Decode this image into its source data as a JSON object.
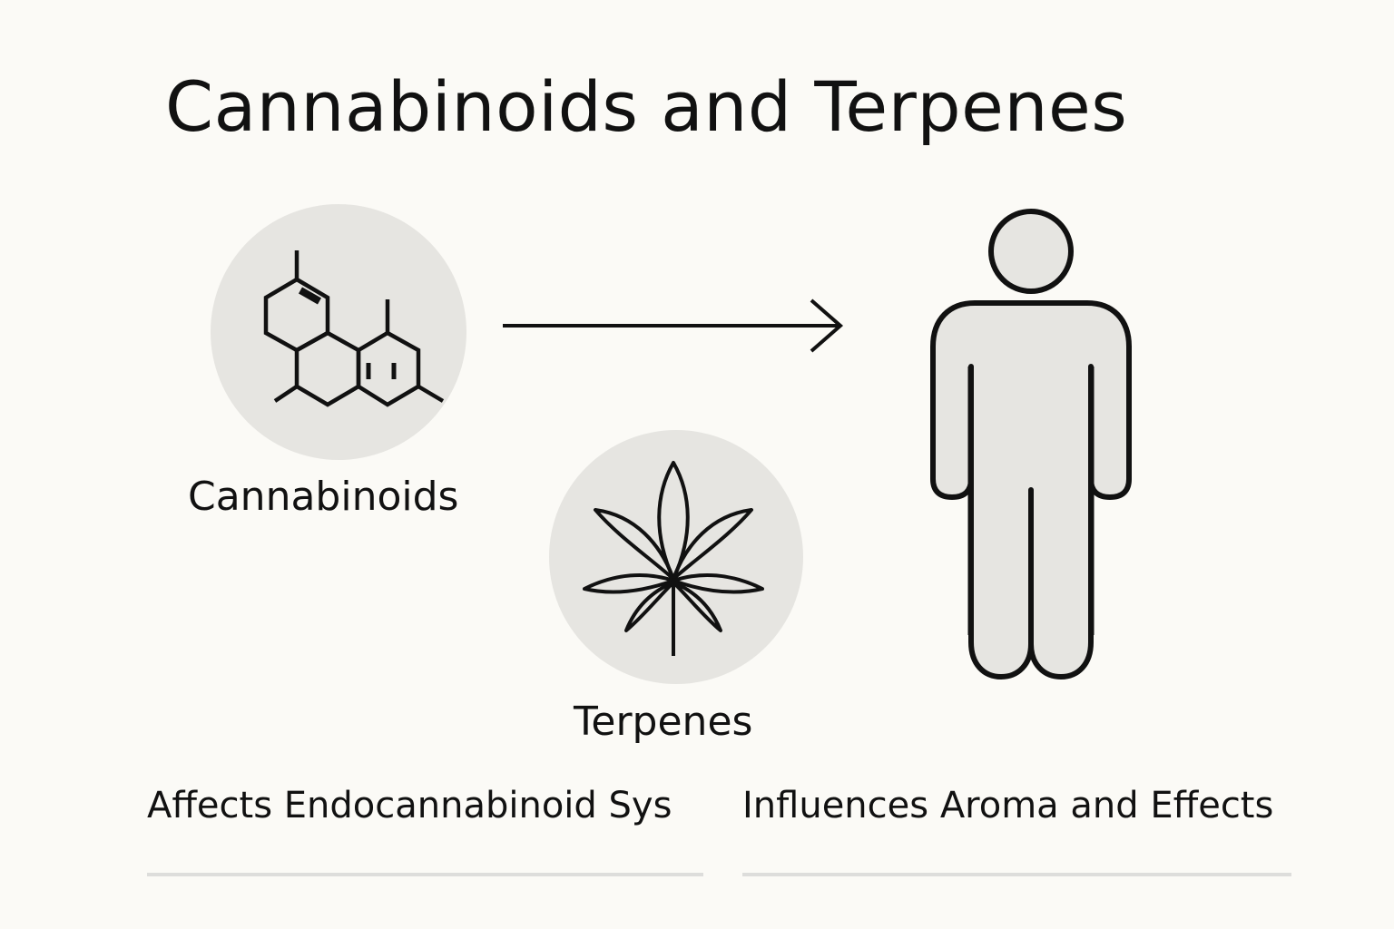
{
  "title": "Cannabinoids and Terpenes",
  "nodes": {
    "cannabinoids": {
      "label": "Cannabinoids",
      "icon": "molecule-icon"
    },
    "terpenes": {
      "label": "Terpenes",
      "icon": "cannabis-leaf-icon"
    },
    "human": {
      "icon": "person-icon"
    }
  },
  "captions": {
    "left": "Affects Endocannabinoid Sys",
    "right": "Influences Aroma and Effects"
  },
  "colors": {
    "background": "#fbfaf6",
    "circle_fill": "#e6e5e1",
    "stroke": "#111111",
    "divider": "#dddddb"
  }
}
